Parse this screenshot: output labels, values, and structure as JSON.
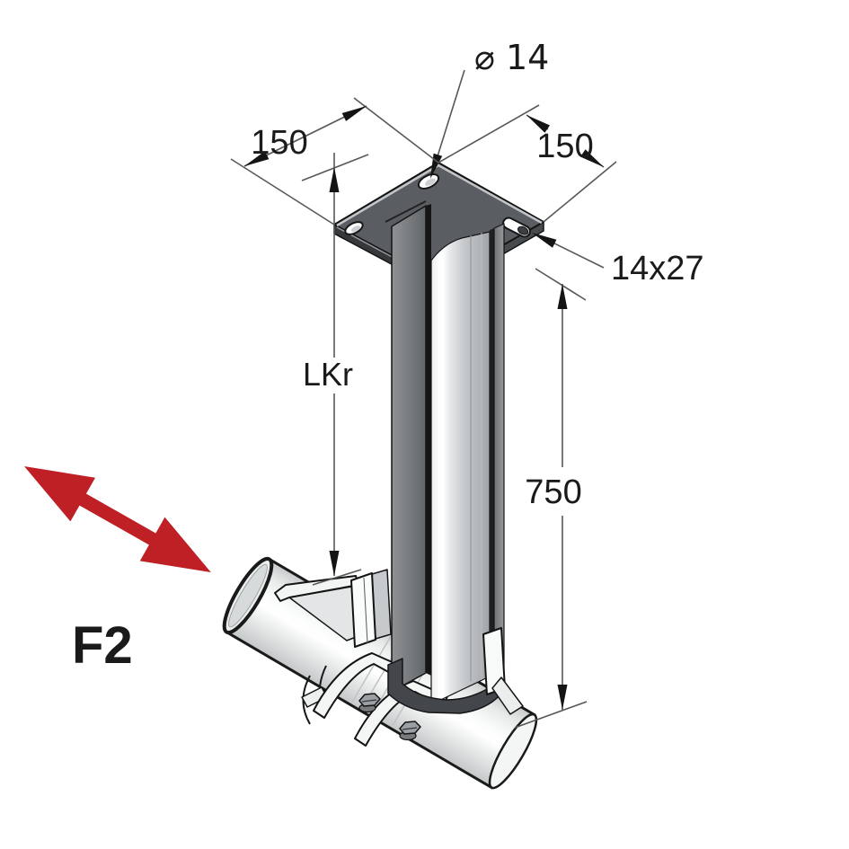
{
  "drawing": {
    "description": "Isometric technical drawing of a ceiling-mounted pipe support bracket with welded channel post and pipe clamp",
    "labels": {
      "hole_diameter": "⌀ 14",
      "plate_side_left": "150",
      "plate_side_right": "150",
      "slot_size": "14x27",
      "adjustable_length": "LKr",
      "post_height": "750",
      "force": "F2"
    },
    "colors": {
      "force_red": "#be2026",
      "plate_top": "#5a5e62",
      "outline": "#141414",
      "dim_line": "#57585a"
    },
    "icons": {
      "force_arrow": "double-headed-diagonal-arrow"
    }
  }
}
